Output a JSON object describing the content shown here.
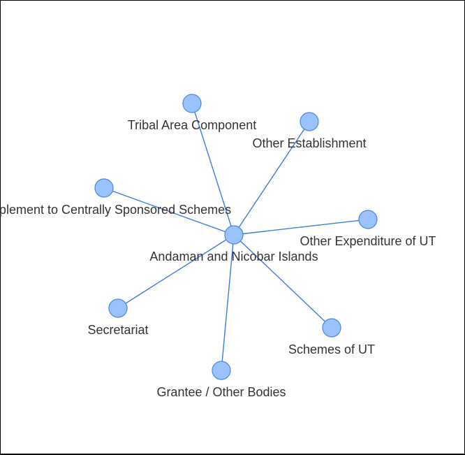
{
  "colors": {
    "node_fill": "#99c2ff",
    "node_stroke": "#4a86e0",
    "edge": "#3b7ddd",
    "label": "#333333"
  },
  "graph": {
    "center": {
      "id": "andaman-and-nicobar-islands",
      "label": "Andaman and Nicobar Islands"
    },
    "children": [
      {
        "id": "tribal-area-component",
        "label": "Tribal Area Component"
      },
      {
        "id": "other-establishment",
        "label": "Other Establishment"
      },
      {
        "id": "supplement-to-centrally-sponsored-schemes",
        "label": "Supplement to Centrally Sponsored Schemes"
      },
      {
        "id": "other-expenditure-of-ut",
        "label": "Other Expenditure of UT"
      },
      {
        "id": "secretariat",
        "label": "Secretariat"
      },
      {
        "id": "schemes-of-ut",
        "label": "Schemes of UT"
      },
      {
        "id": "grantee-other-bodies",
        "label": "Grantee / Other Bodies"
      }
    ]
  }
}
